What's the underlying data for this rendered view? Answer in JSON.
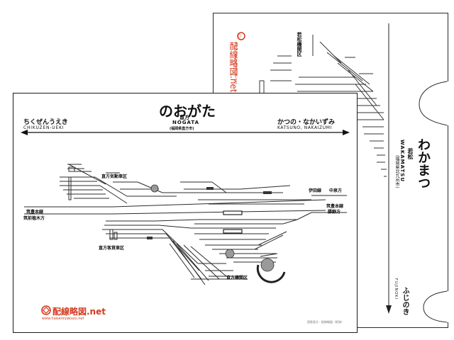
{
  "back_card": {
    "brand_name": "配線略図.net",
    "brand_url": "www.haisenryakuzu.net",
    "yard_label": "若松機関区",
    "station_name": "わかまつ",
    "station_kanji": "若松",
    "station_romaji": "WAKAMATSU",
    "station_city": "(福岡県北九州市)",
    "next_station": "ふじのき",
    "next_station_romaji": "FUJINOKI"
  },
  "front_card": {
    "station_name": "のおがた",
    "station_kanji": "直方",
    "station_romaji": "NOGATA",
    "station_city": "(福岡県直方市)",
    "left_station": "ちくぜんうえき",
    "left_station_romaji": "CHIKUZEN-UEKI",
    "right_station": "かつの・なかいずみ",
    "right_station_romaji": "KATSUNO, NAKAIZUMI",
    "labels": {
      "railcar_depot": "直方気動車区",
      "freight_depot": "直方客貨車区",
      "loco_depot": "直方機関区",
      "left_line_1": "筑豊本線",
      "left_line_2": "筑前植木方",
      "right_line_1a": "伊田線",
      "right_line_1b": "中泉方",
      "right_line_2a": "筑豊本線",
      "right_line_2b": "勝野方"
    },
    "brand_name": "配線略図.net",
    "brand_url": "www.haisenryakuzu.net",
    "footer_note": "国鉄直方・配線略図（昭和）"
  },
  "colors": {
    "brand_red": "#d43a1f",
    "line": "#222222",
    "turntable": "#9a9a9a"
  }
}
